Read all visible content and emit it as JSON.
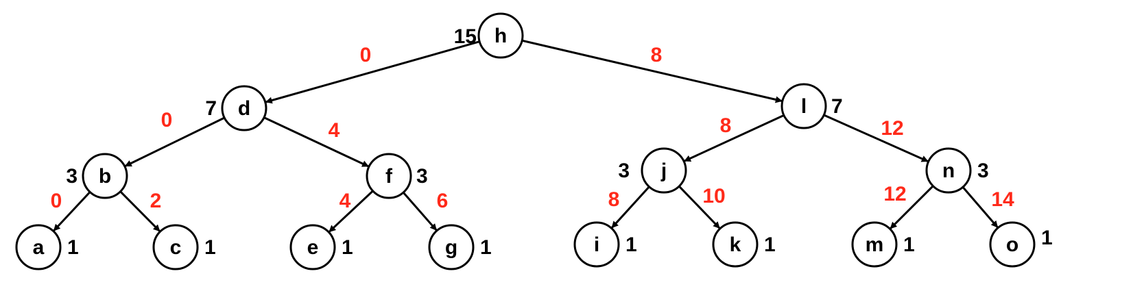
{
  "colors": {
    "edge_label": "#ff2a1a",
    "node_stroke": "#000000",
    "text": "#000000"
  },
  "nodes": [
    {
      "id": "h",
      "label": "h",
      "size": "15"
    },
    {
      "id": "d",
      "label": "d",
      "size": "7"
    },
    {
      "id": "l",
      "label": "l",
      "size": "7"
    },
    {
      "id": "b",
      "label": "b",
      "size": "3"
    },
    {
      "id": "f",
      "label": "f",
      "size": "3"
    },
    {
      "id": "j",
      "label": "j",
      "size": "3"
    },
    {
      "id": "n",
      "label": "n",
      "size": "3"
    },
    {
      "id": "a",
      "label": "a",
      "size": "1"
    },
    {
      "id": "c",
      "label": "c",
      "size": "1"
    },
    {
      "id": "e",
      "label": "e",
      "size": "1"
    },
    {
      "id": "g",
      "label": "g",
      "size": "1"
    },
    {
      "id": "i",
      "label": "i",
      "size": "1"
    },
    {
      "id": "k",
      "label": "k",
      "size": "1"
    },
    {
      "id": "m",
      "label": "m",
      "size": "1"
    },
    {
      "id": "o",
      "label": "o",
      "size": "1"
    }
  ],
  "edges": [
    {
      "from": "h",
      "to": "d",
      "label": "0"
    },
    {
      "from": "h",
      "to": "l",
      "label": "8"
    },
    {
      "from": "d",
      "to": "b",
      "label": "0"
    },
    {
      "from": "d",
      "to": "f",
      "label": "4"
    },
    {
      "from": "l",
      "to": "j",
      "label": "8"
    },
    {
      "from": "l",
      "to": "n",
      "label": "12"
    },
    {
      "from": "b",
      "to": "a",
      "label": "0"
    },
    {
      "from": "b",
      "to": "c",
      "label": "2"
    },
    {
      "from": "f",
      "to": "e",
      "label": "4"
    },
    {
      "from": "f",
      "to": "g",
      "label": "6"
    },
    {
      "from": "j",
      "to": "i",
      "label": "8"
    },
    {
      "from": "j",
      "to": "k",
      "label": "10"
    },
    {
      "from": "n",
      "to": "m",
      "label": "12"
    },
    {
      "from": "n",
      "to": "o",
      "label": "14"
    }
  ]
}
